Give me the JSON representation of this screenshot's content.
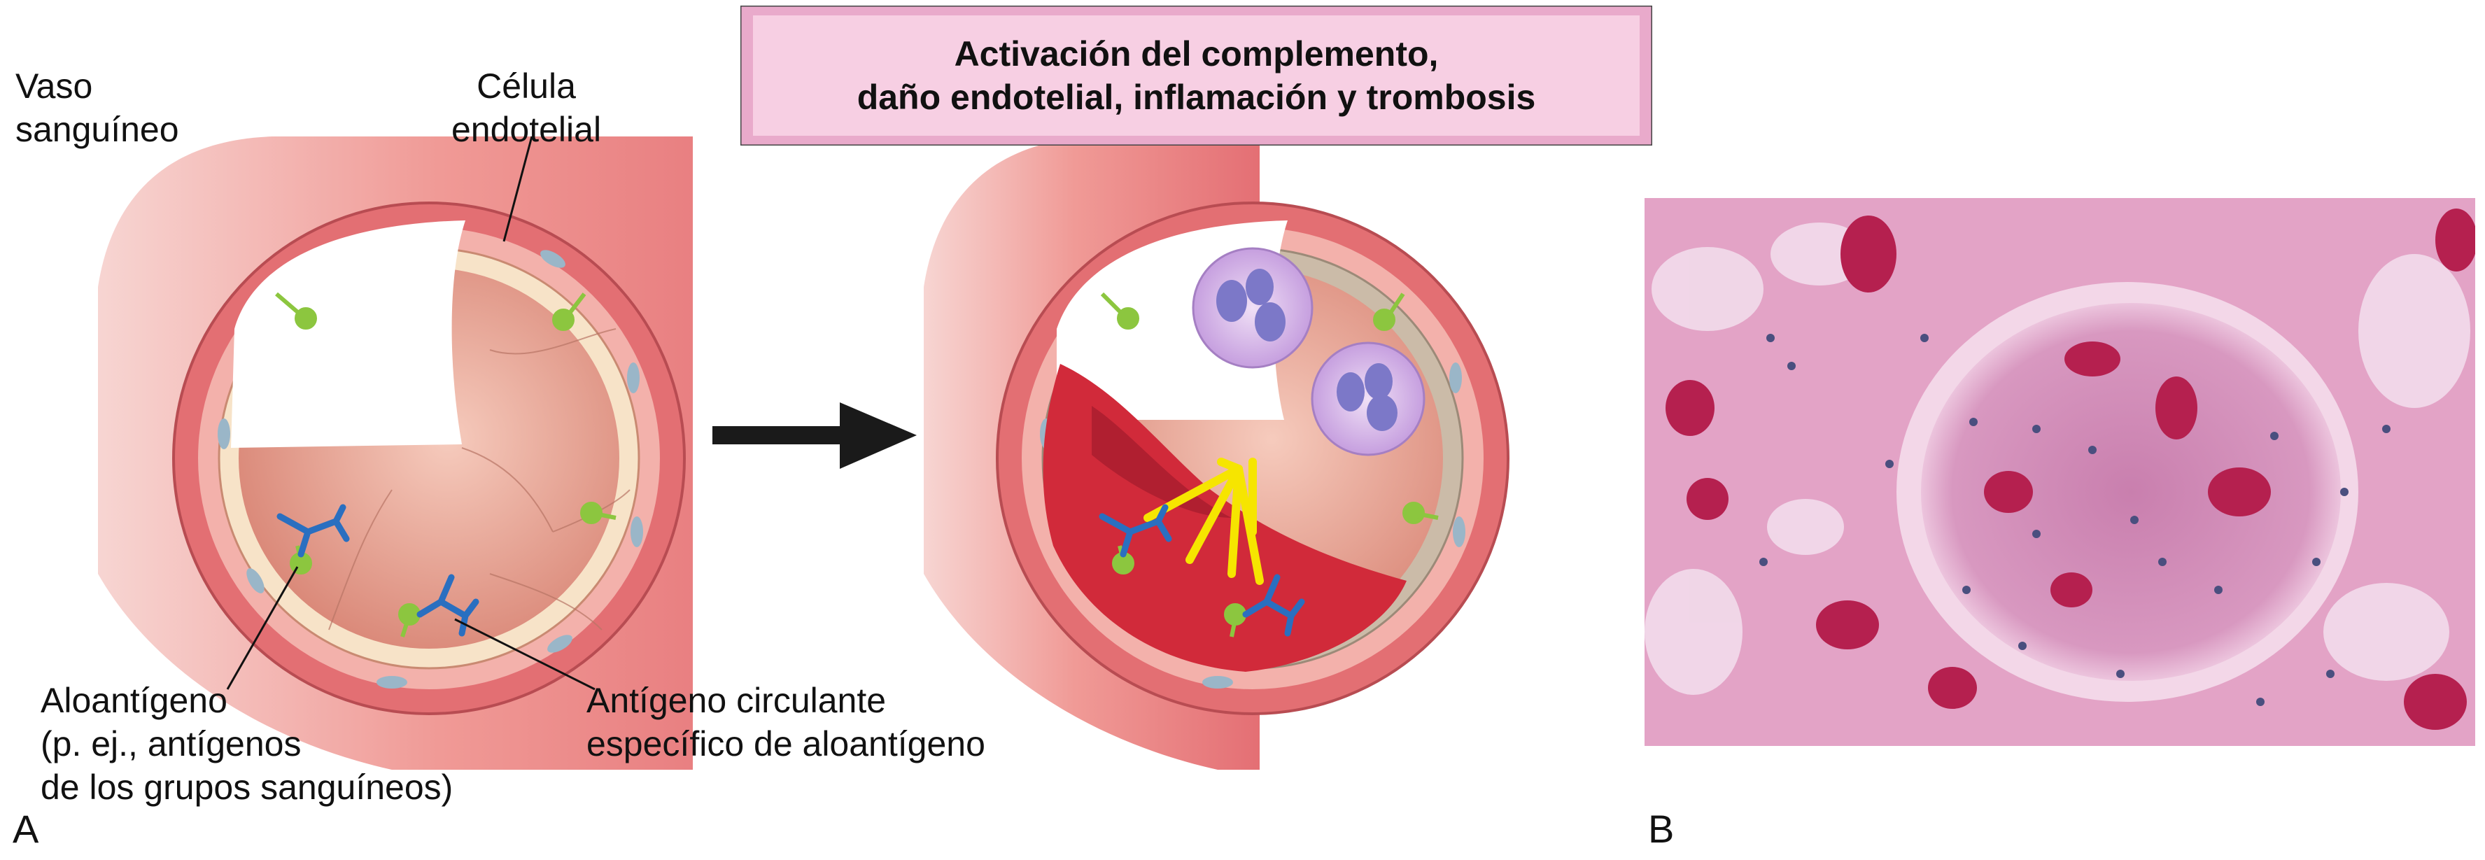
{
  "banner": {
    "line1": "Activación del complemento,",
    "line2": "daño endotelial, inflamación y trombosis"
  },
  "labels": {
    "vaso_line1": "Vaso",
    "vaso_line2": "sanguíneo",
    "celula_line1": "Célula",
    "celula_line2": "endotelial",
    "aloantigeno_line1": "Aloantígeno",
    "aloantigeno_line2": "(p. ej., antígenos",
    "aloantigeno_line3": "de los grupos sanguíneos)",
    "anticuerpo_line1": "Antígeno circulante",
    "anticuerpo_line2": "específico de aloantígeno"
  },
  "panels": {
    "a": "A",
    "b": "B"
  },
  "colors": {
    "vessel_outer": "#e7787c",
    "vessel_wall": "#f2a7a3",
    "endothelial": "#f7e3c8",
    "lumen_tissue": "#ecaa98",
    "clot": "#d12a3a",
    "antibody": "#2a6fc0",
    "antigen": "#8cc63f",
    "platelet": "#f6e500",
    "neutrophil": "#c9a3e0",
    "banner_fill": "#f5c6de",
    "micro_base": "#e3a3c6"
  }
}
